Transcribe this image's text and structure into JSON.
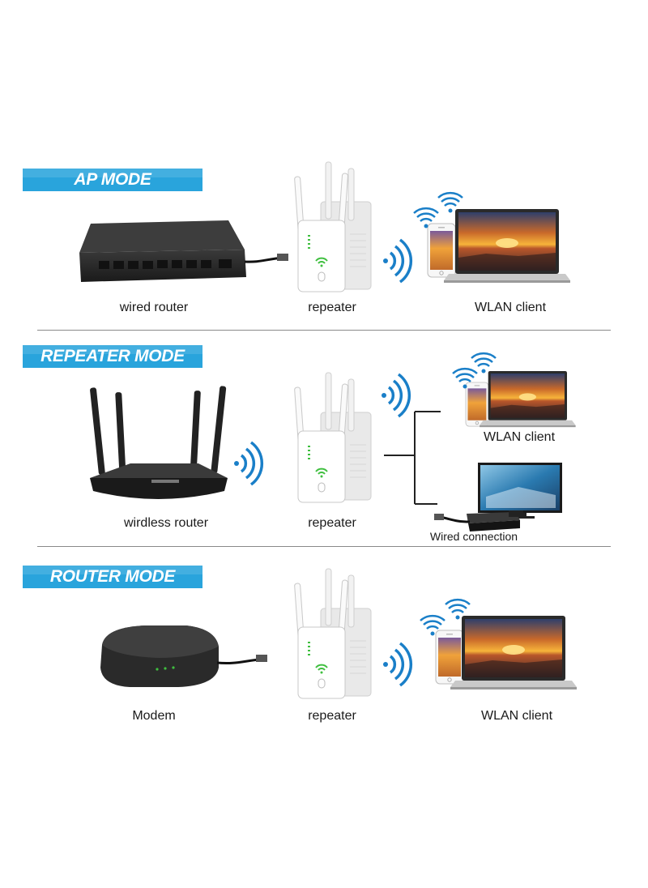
{
  "sections": [
    {
      "title": "AP MODE",
      "devices": {
        "left": "wired router",
        "middle": "repeater",
        "right": "WLAN client"
      }
    },
    {
      "title": "REPEATER MODE",
      "devices": {
        "left": "wirdless router",
        "middle": "repeater",
        "right_top": "WLAN client",
        "right_bottom": "Wired connection"
      }
    },
    {
      "title": "ROUTER MODE",
      "devices": {
        "left": "Modem",
        "middle": "repeater",
        "right": "WLAN client"
      }
    }
  ],
  "colors": {
    "banner": "#29a4dc",
    "wifi_wave": "#1a7fc8",
    "device_dark": "#2b2b2b",
    "repeater_white": "#f4f4f4",
    "led_green": "#3fbf3f"
  },
  "icons": [
    "ethernet-router-icon",
    "repeater-icon",
    "wifi-signal-icon",
    "laptop-icon",
    "smartphone-icon",
    "wireless-router-icon",
    "tv-icon",
    "switch-icon",
    "modem-icon"
  ]
}
